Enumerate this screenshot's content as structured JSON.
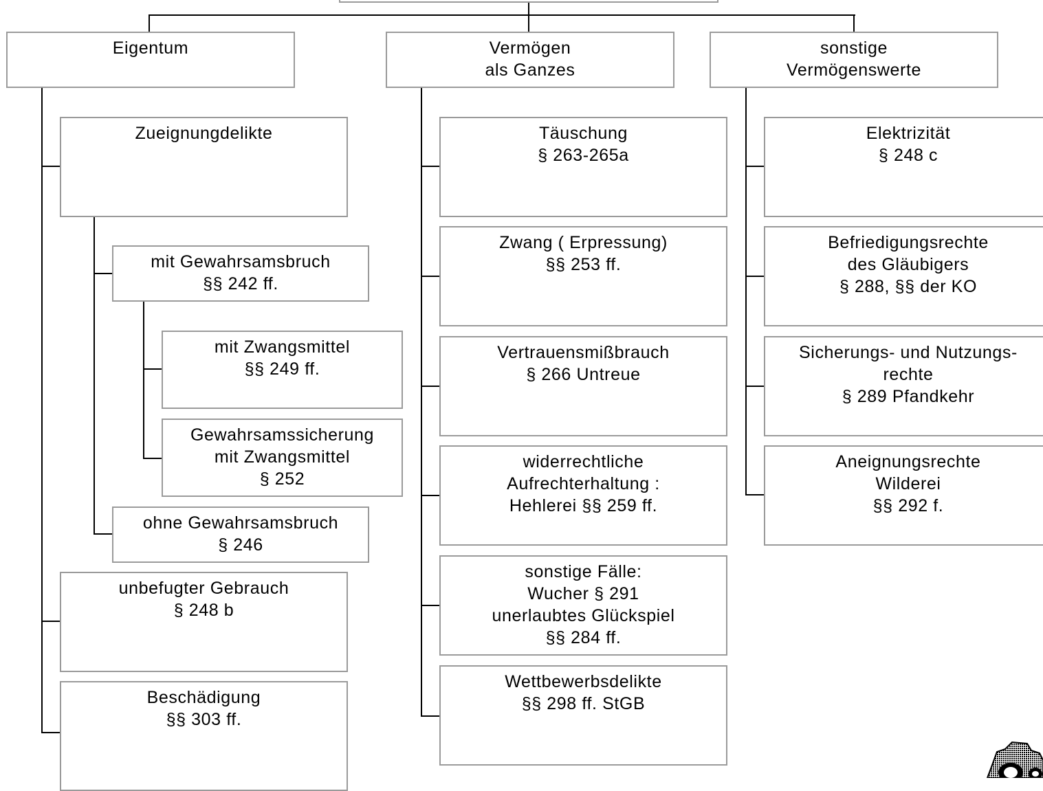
{
  "top_categories": [
    {
      "lines": [
        "Eigentum"
      ]
    },
    {
      "lines": [
        "Vermögen",
        "als Ganzes"
      ]
    },
    {
      "lines": [
        "sonstige",
        "Vermögenswerte"
      ]
    }
  ],
  "eigentum": {
    "zueignung": {
      "lines": [
        "Zueignungdelikte"
      ]
    },
    "mit_gewahrsamsbruch": {
      "lines": [
        "mit Gewahrsamsbruch",
        "§§ 242 ff."
      ]
    },
    "mit_zwangsmittel": {
      "lines": [
        "mit Zwangsmittel",
        "§§ 249 ff."
      ]
    },
    "gewahrsamssicherung": {
      "lines": [
        "Gewahrsamssicherung",
        "mit Zwangsmittel",
        "§ 252"
      ]
    },
    "ohne_gewahrsamsbruch": {
      "lines": [
        "ohne Gewahrsamsbruch",
        "§ 246"
      ]
    },
    "unbefugter_gebrauch": {
      "lines": [
        "unbefugter Gebrauch",
        "§ 248 b"
      ]
    },
    "beschaedigung": {
      "lines": [
        "Beschädigung",
        "§§ 303 ff."
      ]
    }
  },
  "vermoegen": [
    {
      "lines": [
        "Täuschung",
        "§ 263-265a"
      ]
    },
    {
      "lines": [
        "Zwang ( Erpressung)",
        "§§ 253 ff."
      ]
    },
    {
      "lines": [
        "Vertrauensmißbrauch",
        "§ 266 Untreue"
      ]
    },
    {
      "lines": [
        "widerrechtliche",
        "Aufrechterhaltung :",
        "Hehlerei §§ 259 ff."
      ]
    },
    {
      "lines": [
        "sonstige Fälle:",
        "Wucher § 291",
        "unerlaubtes Glückspiel",
        "§§ 284 ff."
      ]
    },
    {
      "lines": [
        "Wettbewerbsdelikte",
        "§§ 298 ff. StGB"
      ]
    }
  ],
  "sonstige": [
    {
      "lines": [
        "Elektrizität",
        "§ 248 c"
      ]
    },
    {
      "lines": [
        "Befriedigungsrechte",
        "des Gläubigers",
        "§ 288, §§ der KO"
      ]
    },
    {
      "lines": [
        "Sicherungs- und Nutzungs-",
        "rechte",
        "§ 289 Pfandkehr"
      ]
    },
    {
      "lines": [
        "Aneignungsrechte",
        "Wilderei",
        "§§ 292 f."
      ]
    }
  ],
  "colors": {
    "box_border": "#9a9a9a",
    "connector": "#000000"
  },
  "icons": [
    "camera-icon"
  ]
}
